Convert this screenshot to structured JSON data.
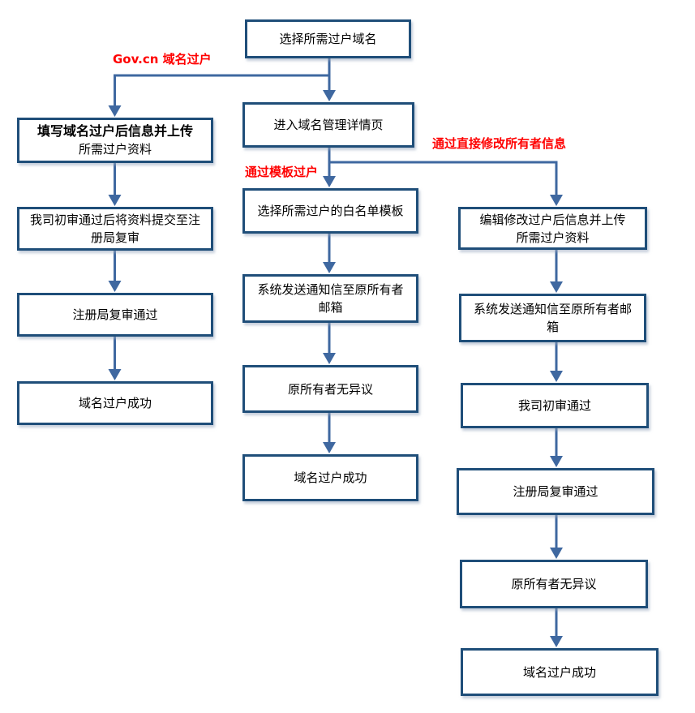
{
  "colors": {
    "box_border": "#1F4E79",
    "arrow": "#3F68A0",
    "branch_label": "#FF0000",
    "text": "#000000",
    "background": "#FFFFFF"
  },
  "branch_labels": {
    "gov": "Gov.cn 域名过户",
    "template": "通过模板过户",
    "direct": "通过直接修改所有者信息"
  },
  "nodes": {
    "start": "选择所需过户域名",
    "left1_line1": "填写域名过户后信息并上传",
    "left1_line2": "所需过户资料",
    "left2_line1": "我司初审通过后将资料提交至注",
    "left2_line2": "册局复审",
    "left3": "注册局复审通过",
    "left4": "域名过户成功",
    "mid1": "进入域名管理详情页",
    "mid2": "选择所需过户的白名单模板",
    "mid3_line1": "系统发送通知信至原所有者",
    "mid3_line2": "邮箱",
    "mid4": "原所有者无异议",
    "mid5": "域名过户成功",
    "right1_line1": "编辑修改过户后信息并上传",
    "right1_line2": "所需过户资料",
    "right2_line1": "系统发送通知信至原所有者邮",
    "right2_line2": "箱",
    "right3": "我司初审通过",
    "right4": "注册局复审通过",
    "right5": "原所有者无异议",
    "right6": "域名过户成功"
  }
}
